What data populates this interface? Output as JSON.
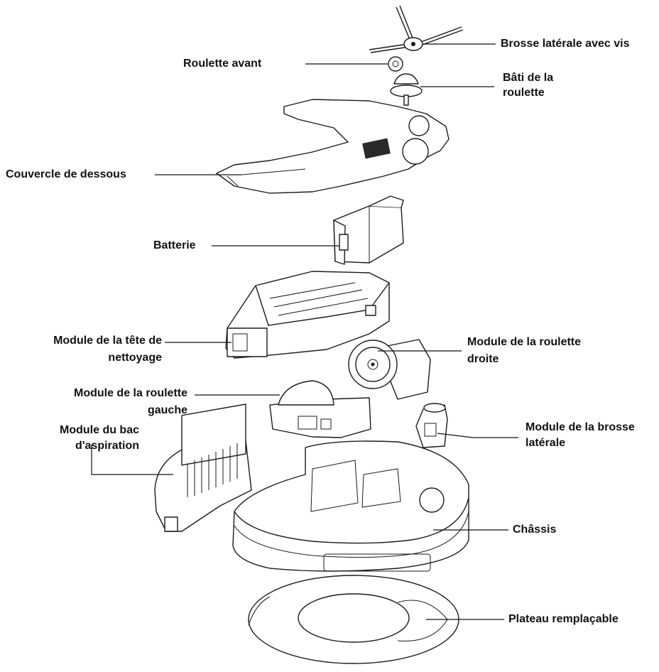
{
  "labels": {
    "brosse_laterale": "Brosse latérale avec vis",
    "roulette_avant": "Roulette avant",
    "bati_1": "Bâti de la",
    "bati_2": "roulette",
    "couvercle": "Couvercle de dessous",
    "batterie": "Batterie",
    "tete_1": "Module de la tête de",
    "tete_2": "nettoyage",
    "roulette_droite_1": "Module de la roulette",
    "roulette_droite_2": "droite",
    "roulette_gauche_1": "Module de la roulette",
    "roulette_gauche_2": "gauche",
    "bac_1": "Module du bac",
    "bac_2": "d'aspiration",
    "brosse_module_1": "Module de la brosse",
    "brosse_module_2": "latérale",
    "chassis": "Châssis",
    "plateau": "Plateau remplaçable"
  }
}
